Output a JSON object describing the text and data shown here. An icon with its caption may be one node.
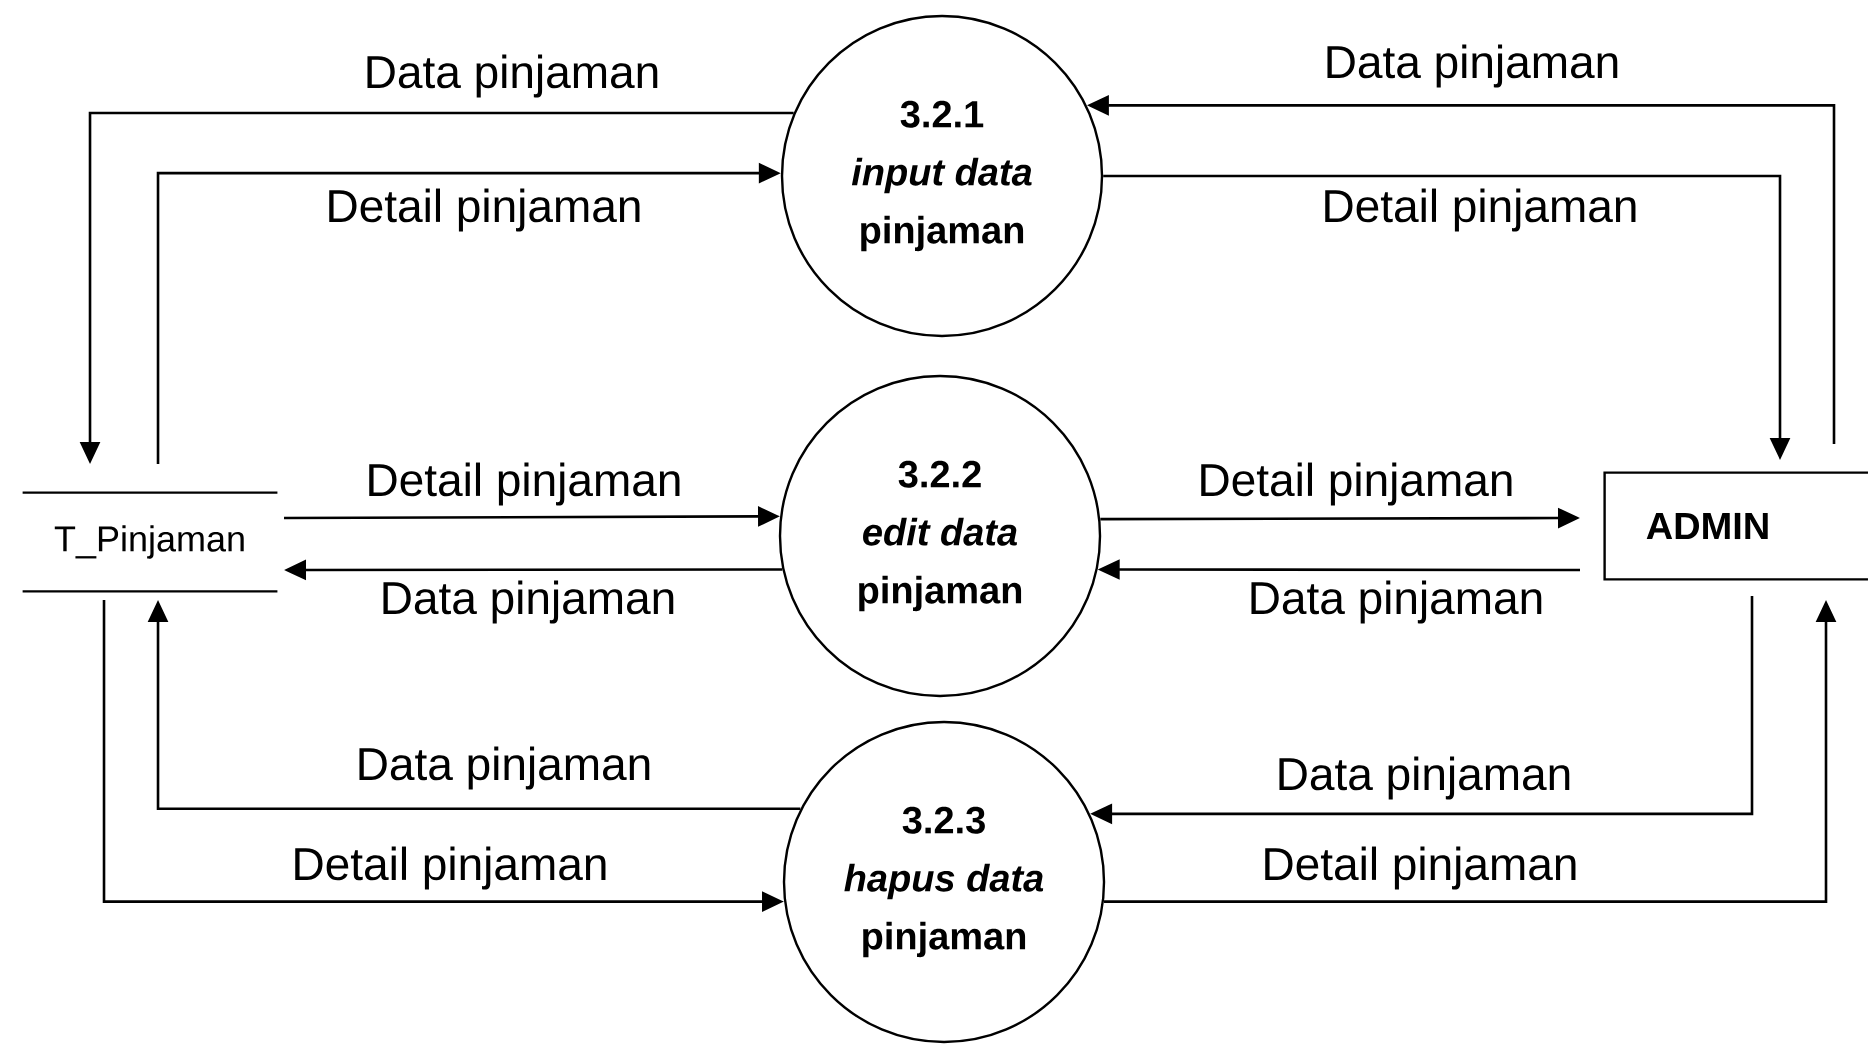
{
  "diagram": {
    "nodes": [
      {
        "text": [
          "T_Pinjaman"
        ]
      },
      {
        "text": [
          "3.2.1",
          "input data",
          "pinjaman"
        ]
      },
      {
        "text": [
          "3.2.2",
          "edit data",
          "pinjaman"
        ]
      },
      {
        "text": [
          "3.2.3",
          "hapus data",
          "pinjaman"
        ]
      },
      {
        "text": [
          "ADMIN"
        ]
      }
    ],
    "edges": [
      {
        "from": 1,
        "to": 0,
        "arrow": "to",
        "label": "Data pinjaman"
      },
      {
        "from": 0,
        "to": 1,
        "arrow": "to",
        "label": "Detail pinjaman"
      },
      {
        "from": 4,
        "to": 1,
        "arrow": "to",
        "label": "Data pinjaman"
      },
      {
        "from": 1,
        "to": 4,
        "arrow": "to",
        "label": "Detail pinjaman"
      },
      {
        "from": 0,
        "to": 2,
        "arrow": "to",
        "label": "Detail pinjaman"
      },
      {
        "from": 2,
        "to": 0,
        "arrow": "to",
        "label": "Data pinjaman"
      },
      {
        "from": 2,
        "to": 4,
        "arrow": "to",
        "label": "Detail pinjaman"
      },
      {
        "from": 4,
        "to": 2,
        "arrow": "to",
        "label": "Data pinjaman"
      },
      {
        "from": 3,
        "to": 0,
        "arrow": "to",
        "label": "Data pinjaman"
      },
      {
        "from": 0,
        "to": 3,
        "arrow": "to",
        "label": "Detail pinjaman"
      },
      {
        "from": 4,
        "to": 3,
        "arrow": "to",
        "label": "Data pinjaman"
      },
      {
        "from": 3,
        "to": 4,
        "arrow": "to",
        "label": "Detail pinjaman"
      }
    ]
  }
}
